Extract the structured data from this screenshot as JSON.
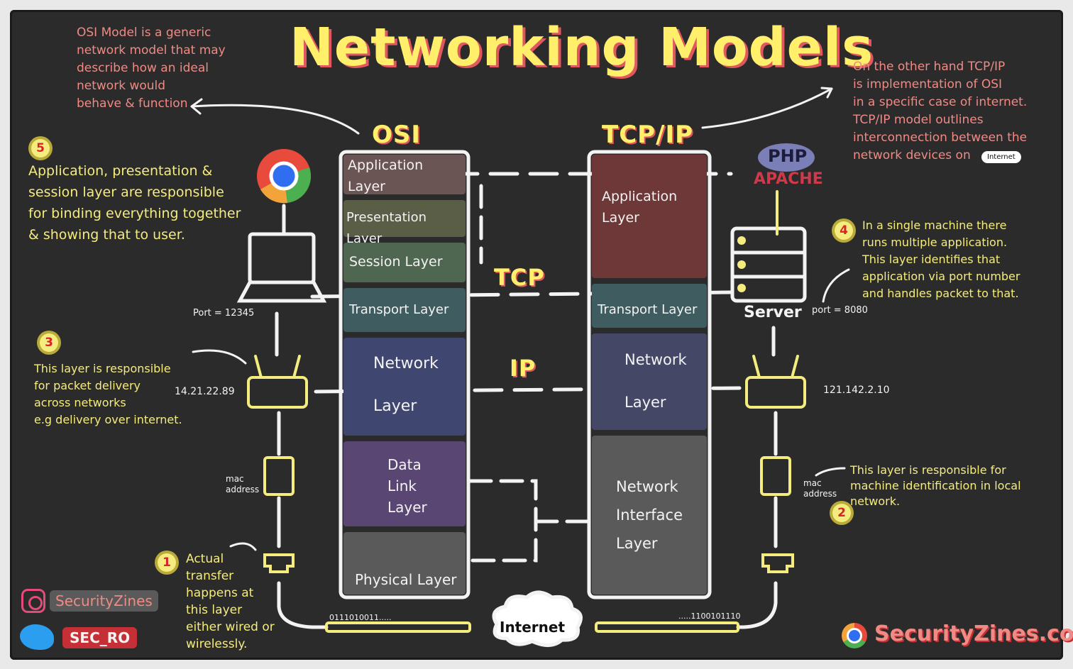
{
  "title": "Networking Models",
  "osi": {
    "heading": "OSI",
    "note": "OSI Model is a generic\nnetwork model that may\ndescribe how an ideal\nnetwork would\nbehave & function",
    "layers": [
      "Application\n   Layer",
      "Presentation Layer",
      "Session Layer",
      "Transport Layer",
      "Network\n\nLayer",
      "Data\nLink\nLayer",
      "Physical Layer"
    ]
  },
  "tcpip": {
    "heading": "TCP/IP",
    "note": "On the other hand TCP/IP\nis implementation of OSI\nin a specific case of internet.\nTCP/IP model outlines\ninterconnection between the\nnetwork devices on",
    "note_badge": "Internet",
    "layers": [
      "Application\n   Layer",
      "Transport Layer",
      "Network\n\nLayer",
      "Network\nInterface\nLayer"
    ]
  },
  "protocols": {
    "tcp": "TCP",
    "ip": "IP"
  },
  "notes": {
    "n5": "Application, presentation &\nsession layer are responsible\nfor binding everything together\n& showing that to user.",
    "n4": "In a single machine there\nruns multiple application.\nThis layer identifies that\napplication via port number\nand handles packet to that.",
    "n3": "This layer is responsible\nfor packet delivery\nacross networks\ne.g delivery over internet.",
    "n2": "This layer is responsible for\nmachine identification in local\nnetwork.",
    "n1": "Actual\ntransfer\nhappens at\nthis layer\neither wired or\nwirelessly."
  },
  "badges": {
    "b1": "1",
    "b2": "2",
    "b3": "3",
    "b4": "4",
    "b5": "5"
  },
  "labels": {
    "port_left": "Port = 12345",
    "port_right": "port = 8080",
    "ip_left": "14.21.22.89",
    "ip_right": "121.142.2.10",
    "mac_left": "mac\naddress",
    "mac_right": "mac\naddress",
    "server": "Server",
    "bits_left": "0111010011.....",
    "bits_right": ".....1100101110",
    "internet": "Internet",
    "php": "PHP",
    "apache": "APACHE"
  },
  "branding": {
    "instagram": "SecurityZines",
    "twitter": "SEC_RO",
    "site": "SecurityZines.com"
  },
  "colors": {
    "board": "#2b2b2b",
    "accent_yellow": "#f4ec7e",
    "accent_pink": "#f08a84",
    "osi_app": "#6b5454",
    "osi_pres": "#5b5e47",
    "osi_sess": "#4f6650",
    "osi_trans": "#3f5c60",
    "osi_net": "#3f4670",
    "osi_dl": "#5a4673",
    "osi_phys": "#5a5a5a",
    "tcp_app": "#6e3838",
    "tcp_trans": "#3f5c60",
    "tcp_net": "#444866",
    "tcp_ni": "#5a5a5a"
  }
}
